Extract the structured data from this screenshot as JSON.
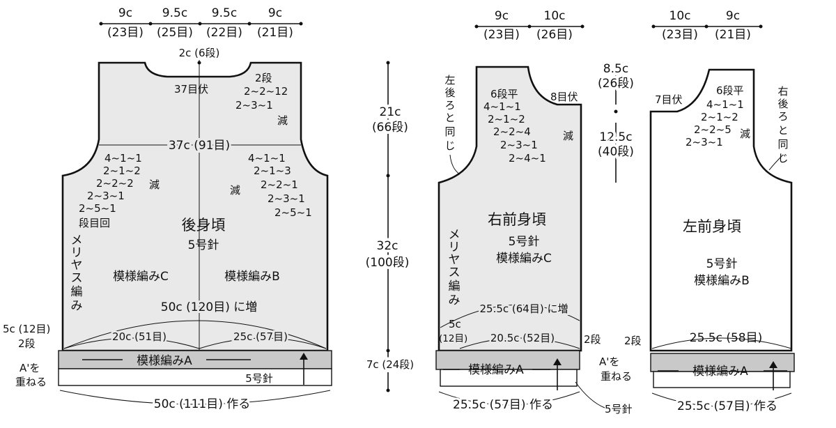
{
  "back_top": {
    "w1": "9c",
    "s1": "(23目)",
    "w2": "9.5c",
    "s2": "(25目)",
    "w3": "9.5c",
    "s3": "(22目)",
    "w4": "9c",
    "s4": "(21目)"
  },
  "back": {
    "neck_rows": "2c (6段)",
    "bindoff": "37目伏",
    "dec_top": [
      "2段",
      "2~2~12",
      "2~3~1"
    ],
    "dec_label": "減",
    "width_mid": "37c (91目)",
    "arm_left": [
      "4~1~1",
      "2~1~2",
      "2~2~2",
      "2~3~1",
      "2~5~1",
      "段目回"
    ],
    "arm_left_label": "減",
    "arm_right": [
      "4~1~1",
      "2~1~3",
      "2~2~1",
      "2~3~1",
      "2~5~1"
    ],
    "arm_right_label": "減",
    "title": "後身頃",
    "needle": "5号針",
    "pattern_c": "模様編みC",
    "pattern_b": "模様編みB",
    "stockinette": [
      "メ",
      "リ",
      "ヤ",
      "ス",
      "編",
      "み"
    ],
    "increase": "50c (120目) に増",
    "left_side": "5c (12目)",
    "left_rows": "2段",
    "seg1": "20c (51目)",
    "seg2": "25c (57目)",
    "overlap": [
      "A'を",
      "重ねる"
    ],
    "band_pattern": "模様編みA",
    "band_needle": "5号針",
    "cast_on": "50c (111目) 作る"
  },
  "mid_dims": {
    "top_len": "21c",
    "top_rows": "(66段)",
    "body_len": "32c",
    "body_rows": "(100段)",
    "band_len": "7c (24段)"
  },
  "right_front": {
    "w1": "9c",
    "s1": "(23目)",
    "w2": "10c",
    "s2": "(26目)",
    "same_as": [
      "左",
      "後",
      "ろ",
      "と",
      "同",
      "じ"
    ],
    "neck_flat": "6段平",
    "neck_dec": [
      "4~1~1",
      "2~1~2",
      "2~2~4",
      "2~3~1",
      "2~4~1"
    ],
    "neck_bind": "8目伏",
    "dec_label": "減",
    "title": "右前身頃",
    "needle": "5号針",
    "pattern": "模様編みC",
    "stockinette": [
      "メ",
      "リ",
      "ヤ",
      "ス",
      "編",
      "み"
    ],
    "increase": "25.5c (64目) に増",
    "side": "5c",
    "side_sts": "(12目)",
    "width": "20.5c (52目)",
    "rows": "2段",
    "band_pattern": "模様編みA",
    "cast_on": "25.5c (57目) 作る",
    "overlap": [
      "A'を",
      "重ねる"
    ],
    "needle_bottom": "5号針"
  },
  "left_front_dims": {
    "neck_len": "8.5c",
    "neck_rows": "(26段)",
    "arm_len": "12.5c",
    "arm_rows": "(40段)"
  },
  "left_front": {
    "w1": "10c",
    "s1": "(23目)",
    "w2": "9c",
    "s2": "(21目)",
    "bind": "7目伏",
    "neck_flat": "6段平",
    "neck_dec": [
      "4~1~1",
      "2~1~2",
      "2~2~5",
      "2~3~1"
    ],
    "dec_label": "減",
    "same_as": [
      "右",
      "後",
      "ろ",
      "と",
      "同",
      "じ"
    ],
    "title": "左前身頃",
    "needle": "5号針",
    "pattern": "模様編みB",
    "rows": "2段",
    "width": "25.5c (58目)",
    "band_pattern": "模様編みA",
    "cast_on": "25.5c (57目) 作る"
  }
}
